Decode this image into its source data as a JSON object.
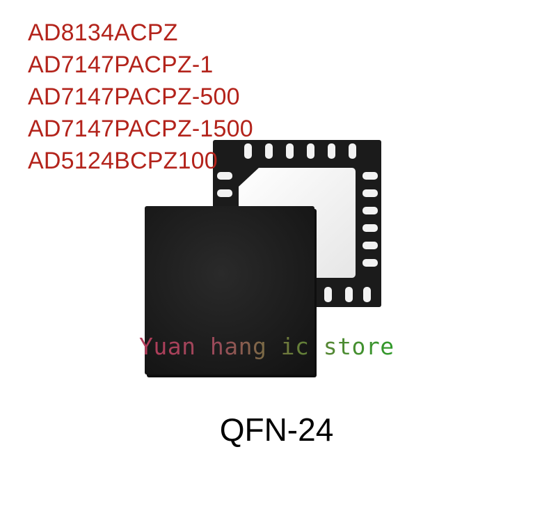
{
  "part_numbers": [
    "AD8134ACPZ",
    "AD7147PACPZ-1",
    "AD7147PACPZ-500",
    "AD7147PACPZ-1500",
    "AD5124BCPZ100"
  ],
  "watermark": "Yuan hang ic store",
  "package": "QFN-24",
  "colors": {
    "part_text": "#b3231b",
    "chip_body": "#1b1b1b",
    "chip_pad": "#f2f2f2",
    "background": "#ffffff"
  }
}
